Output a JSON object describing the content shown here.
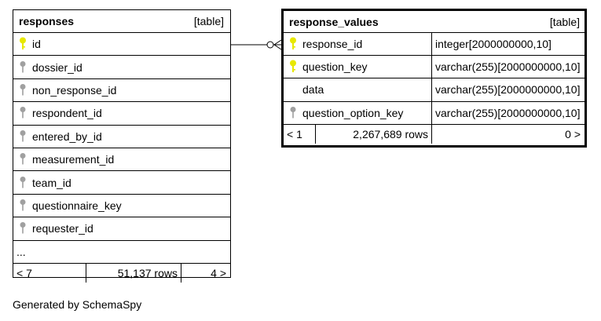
{
  "responses": {
    "name": "responses",
    "kind": "[table]",
    "columns": [
      {
        "label": "id",
        "key": "primary"
      },
      {
        "label": "dossier_id",
        "key": "foreign"
      },
      {
        "label": "non_response_id",
        "key": "foreign"
      },
      {
        "label": "respondent_id",
        "key": "foreign"
      },
      {
        "label": "entered_by_id",
        "key": "foreign"
      },
      {
        "label": "measurement_id",
        "key": "foreign"
      },
      {
        "label": "team_id",
        "key": "foreign"
      },
      {
        "label": "questionnaire_key",
        "key": "foreign"
      },
      {
        "label": "requester_id",
        "key": "foreign"
      }
    ],
    "ellipsis": "...",
    "footer": {
      "parents": "< 7",
      "rows": "51,137 rows",
      "children": "4 >"
    }
  },
  "response_values": {
    "name": "response_values",
    "kind": "[table]",
    "columns": [
      {
        "label": "response_id",
        "type": "integer[2000000000,10]",
        "key": "primary"
      },
      {
        "label": "question_key",
        "type": "varchar(255)[2000000000,10]",
        "key": "primary"
      },
      {
        "label": "data",
        "type": "varchar(255)[2000000000,10]",
        "key": "none"
      },
      {
        "label": "question_option_key",
        "type": "varchar(255)[2000000000,10]",
        "key": "foreign"
      }
    ],
    "footer": {
      "parents": "< 1",
      "rows": "2,267,689 rows",
      "children": "0 >"
    }
  },
  "credit": "Generated by SchemaSpy",
  "colors": {
    "primary_key": "#e8e800",
    "foreign_key": "#a0a0a0",
    "border": "#000000"
  }
}
